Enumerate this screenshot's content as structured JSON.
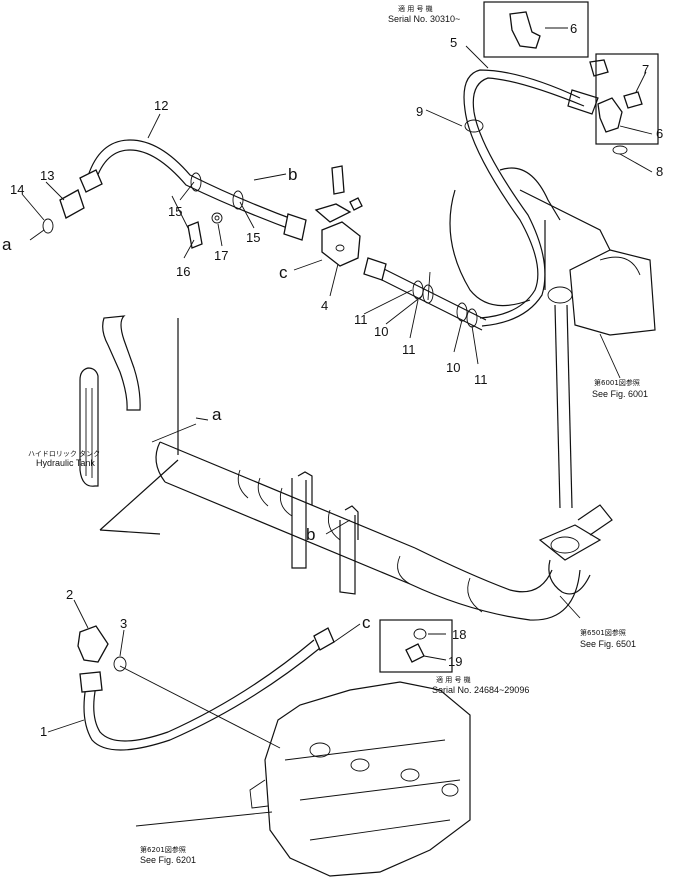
{
  "callouts": {
    "n1": "1",
    "n2": "2",
    "n3": "3",
    "n4": "4",
    "n5": "5",
    "n6a": "6",
    "n6b": "6",
    "n7": "7",
    "n8": "8",
    "n9": "9",
    "n10a": "10",
    "n10b": "10",
    "n11a": "11",
    "n11b": "11",
    "n11c": "11",
    "n12": "12",
    "n13": "13",
    "n14": "14",
    "n15a": "15",
    "n15b": "15",
    "n16": "16",
    "n17": "17",
    "n18": "18",
    "n19": "19"
  },
  "connection_letters": {
    "a_left": "a",
    "a_tank": "a",
    "b_hose": "b",
    "b_frame": "b",
    "c_block": "c",
    "c_hose": "c"
  },
  "notes": {
    "serial_top_jp": "適 用 号 機",
    "serial_top": "Serial No. 30310~",
    "serial_bottom_jp": "適 用 号 機",
    "serial_bottom": "Serial No. 24684~29096",
    "hydraulic_tank_jp": "ハイドロリック タンク",
    "hydraulic_tank": "Hydraulic Tank",
    "fig6001_jp": "第6001図参照",
    "fig6001": "See Fig. 6001",
    "fig6501_jp": "第6501図参照",
    "fig6501": "See Fig. 6501",
    "fig6201_jp": "第6201図参照",
    "fig6201": "See Fig. 6201"
  }
}
